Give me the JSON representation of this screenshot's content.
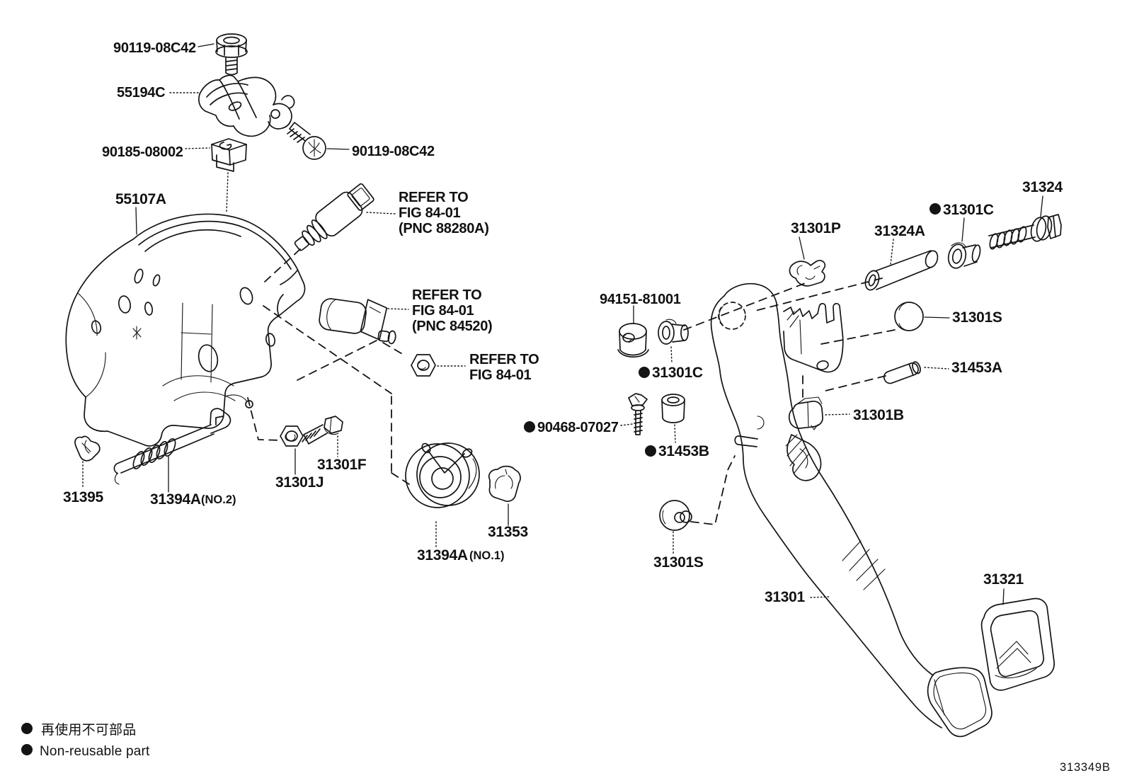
{
  "figure": {
    "code": "313349B",
    "legend": {
      "jp": "再使用不可部品",
      "en": "Non-reusable part"
    }
  },
  "callouts": {
    "bolt_top": "90119-08C42",
    "support_plate": "55194C",
    "clip_nut": "90185-08002",
    "screw": "90119-08C42",
    "pedal_bracket": "55107A",
    "stop_switch_ref": {
      "l1": "REFER TO",
      "l2": "FIG 84-01",
      "l3": "(PNC 88280A)"
    },
    "clutch_switch_ref": {
      "l1": "REFER TO",
      "l2": "FIG 84-01",
      "l3": "(PNC 84520)"
    },
    "nut_ref": {
      "l1": "REFER TO",
      "l2": "FIG 84-01"
    },
    "lock_nut": "94151-81001",
    "bush_inner": "31301C",
    "screw_clip": "90468-07027",
    "collar_b": "31453B",
    "clip": "31301P",
    "collar": "31324A",
    "bush_outer": "31301C",
    "bolt_pivot": "31324",
    "ball": "31301S",
    "pin": "31453A",
    "bumper": "31301B",
    "grommet": "31301S",
    "pedal": "31301",
    "pad": "31321",
    "clip_spring": "31395",
    "spring_assist": "31394A",
    "spring_assist_no": "(NO.2)",
    "nut_j": "31301J",
    "bolt_f": "31301F",
    "spring_torsion": "31394A",
    "spring_torsion_no": "(NO.1)",
    "bush_spring": "31353"
  }
}
